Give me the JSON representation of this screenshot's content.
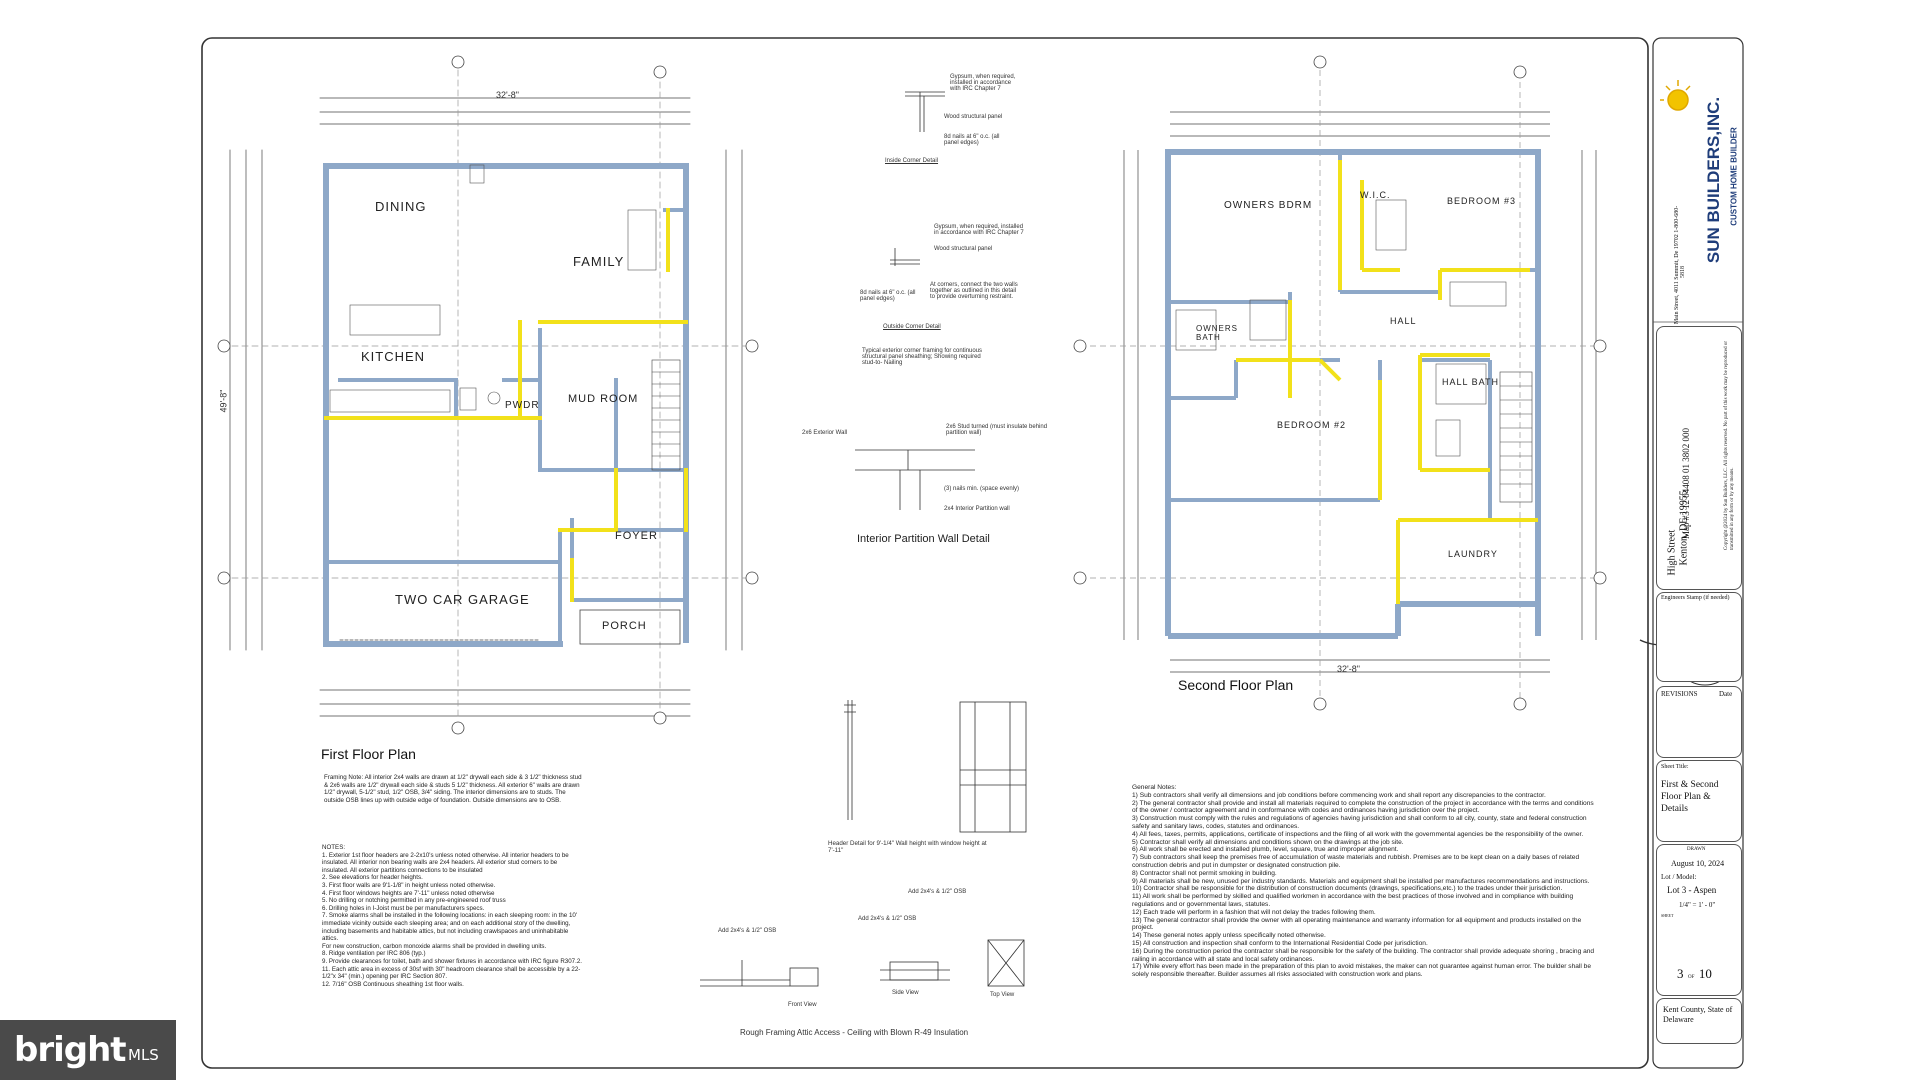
{
  "first_floor": {
    "title": "First Floor Plan",
    "overall_width": "32'-8\"",
    "overall_depth": "49'-8\"",
    "rooms": {
      "dining": "DINING",
      "family": "FAMILY",
      "kitchen": "KITCHEN",
      "mud_room": "MUD ROOM",
      "pwdr": "PWDR",
      "foyer": "FOYER",
      "porch": "PORCH",
      "garage": "TWO CAR GARAGE"
    },
    "framing_note": "Framing Note: All interior 2x4 walls are drawn at 1/2\" drywall each side & 3 1/2\" thickness stud & 2x6 walls are 1/2\" drywall each side & studs 5 1/2\" thickness. All exterior 6\" walls are drawn 1/2\" drywall, 5-1/2\" stud, 1/2\" OSB, 3/4\" siding. The interior dimensions are to studs. The outside OSB lines up with outside edge of foundation. Outside dimensions are to OSB.",
    "notes": "NOTES:\n1. Exterior 1st floor headers are 2-2x10's unless noted otherwise. All interior headers to be insulated. All interior non bearing walls are 2x4 headers. All exterior stud corners to be insulated. All exterior partitions connections to be insulated\n2. See elevations for header heights.\n3. First floor walls are 9'1-1/8\" in height unless noted otherwise.\n4. First floor windows heights are 7'-11\" unless noted otherwise\n5. No drilling or notching permitted in any pre-engineered roof truss\n6. Drilling holes in I-Joist must be per manufacturers specs.\n7. Smoke alarms shall be installed in the following locations: in each sleeping room: in the 10' immediate vicinity outside each sleeping area; and on each additional story of the dwelling, including basements and habitable attics, but not including crawlspaces and uninhabitable attics.\nFor new construction, carbon monoxide alarms shall be provided in dwelling units.\n8. Ridge ventilation per IRC 806 (typ.)\n9. Provide clearances for toilet, bath and shower fixtures in accordance with IRC figure R307.2.\n11. Each attic area in excess of 30sf with 30\" headroom clearance shall be accessible by a 22-1/2\"x 34\" (min.) opening per IRC Section 807.\n12. 7/16\" OSB Continuous sheathing 1st floor walls."
  },
  "second_floor": {
    "title": "Second Floor Plan",
    "overall_width": "32'-8\"",
    "rooms": {
      "owners_bdrm": "OWNERS BDRM",
      "wic": "W.I.C.",
      "bedroom3": "BEDROOM #3",
      "owners_bath": "OWNERS BATH",
      "hall": "HALL",
      "hall_bath": "HALL BATH",
      "bedroom2": "BEDROOM #2",
      "laundry": "LAUNDRY"
    },
    "general_notes": "General Notes:\n1) Sub contractors shall verify all dimensions and job conditions before commencing work and shall report any discrepancies to the contractor.\n2) The general contractor shall provide and install all materials required to complete the construction of the project in accordance with the terms and conditions of the owner / contractor agreement and in conformance with codes and ordinances having jurisdiction over the project.\n3) Construction must comply with the rules and regulations of agencies having jurisdiction and shall conform to all city, county, state and federal construction safety and sanitary laws, codes, statutes and ordinances.\n4) All fees, taxes, permits, applications, certificate of inspections and the filing of all work with the governmental agencies be the responsibility of the owner.\n5) Contractor shall verify all dimensions and conditions shown on the drawings at the job site.\n6) All work shall be erected and installed plumb, level, square, true and improper alignment.\n7) Sub contractors shall keep the premises free of accumulation of waste materials and rubbish. Premises are to be kept clean on a daily bases of related construction debris and put in dumpster or designated construction pile.\n8) Contractor shall not permit smoking in building.\n9) All materials shall be new, unused per industry standards. Materials and equipment shall be installed per manufactures recommendations and instructions.\n10) Contractor shall be responsible for the distribution of construction documents (drawings, specifications,etc.) to the trades under their jurisdiction.\n11) All work shall be performed by skilled and qualified workmen in accordance with the best practices of those involved and in compliance with building regulations and or governmental laws, statutes.\n12) Each trade will perform in a fashion that will not delay the trades following them.\n13) The general contractor shall provide the owner with all operating maintenance and warranty information for all equipment and products installed on the project.\n14) These general notes apply unless specifically noted otherwise.\n15) All construction and inspection shall conform to the International Residential Code per jurisdiction.\n16) During the construction period the contractor shall be responsible for the safety of the building. The contractor shall provide adequate shoring , bracing and railing in accordance with all state and local safety ordinances.\n17) While every effort has been made in the preparation of this plan to avoid mistakes, the maker can not guarantee against human error. The builder shall be solely responsible thereafter. Builder assumes all risks associated with construction work and plans."
  },
  "details": {
    "inside_corner": "Inside Corner Detail",
    "inside_corner_note1": "Gypsum, when required, installed in accordance with IRC Chapter 7",
    "inside_corner_note2": "Wood structural panel",
    "inside_corner_note3": "8d nails at 6\" o.c. (all panel edges)",
    "outside_corner": "Outside Corner Detail",
    "outside_corner_note1": "Gypsum, when required, installed in accordance with IRC Chapter 7",
    "outside_corner_note2": "Wood structural panel",
    "outside_corner_note3": "At corners, connect the two walls together as outlined in this detail to provide overturning restraint.",
    "outside_corner_note4": "8d nails at 6\" o.c. (all panel edges)",
    "exterior_framing": "Typical exterior corner framing for continuous structural panel sheathing; Showing required stud-to- Nailing",
    "interior_partition": "Interior Partition Wall Detail",
    "partition_note1": "2x6 Exterior Wall",
    "partition_note2": "2x6 Stud turned (must insulate behind partition wall)",
    "partition_note3": "(3) nails min. (space evenly)",
    "partition_note4": "2x4 Interior Partition wall",
    "header_detail": "Header Detail for 9'-1/4\" Wall height with window height at 7'-11\"",
    "attic_access": "Rough Framing Attic Access - Ceiling with Blown R-49 Insulation",
    "attic_add1": "Add 2x4's & 1/2\" OSB",
    "attic_add2": "Add 2x4's & 1/2\" OSB",
    "attic_add3": "Add 2x4's & 1/2\" OSB",
    "front_view": "Front View",
    "side_view": "Side View",
    "top_view": "Top View"
  },
  "title_block": {
    "company": "SUN BUILDERS,INC.",
    "tagline": "CUSTOM HOME BUILDER",
    "address": "40 E. Main Street, 4011 Summit, De 19702  1-800-680-5818",
    "project_street": "High Street",
    "project_city": "Kenton, DE 19955",
    "project_map": "Map #3 12 04408 01 3802 000",
    "copyright": "Copyright @2024 by Sun Builders, LLC. All rights reserved. No part of this work may be reproduced or transmitted in any form or by any means.",
    "engineer_stamp_label": "Engineers Stamp (if needed)",
    "revisions_label": "REVISIONS",
    "date_label": "Date",
    "sheet_title_label": "Sheet Title:",
    "sheet_title": "First & Second Floor Plan & Details",
    "drawn_label": "DRAWN",
    "date": "August 10, 2024",
    "lot_label": "Lot / Model:",
    "lot": "Lot 3 - Aspen",
    "scale": "1/4\" = 1' - 0\"",
    "sheet_label": "SHEET",
    "sheet_num": "3",
    "sheet_of": "OF",
    "sheet_total": "10",
    "county": "Kent County, State of Delaware"
  },
  "watermark": {
    "text": "bright",
    "suffix": "MLS"
  },
  "colors": {
    "wall": "#8ea8c8",
    "header": "#f2e11a",
    "line": "#222222"
  }
}
